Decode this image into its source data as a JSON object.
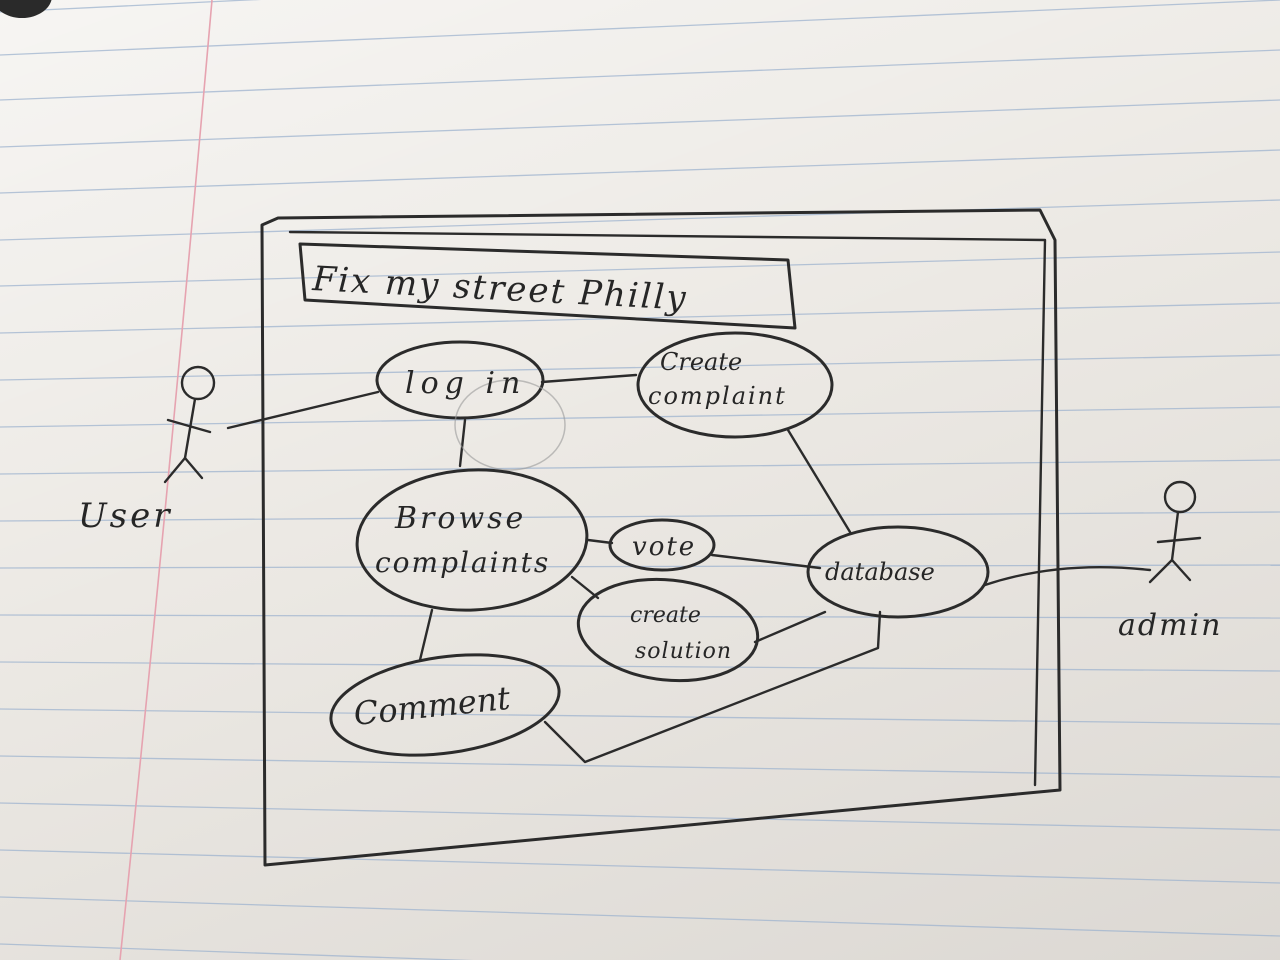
{
  "diagram": {
    "title": "Fix my street Philly",
    "actors": {
      "user": "User",
      "admin": "admin"
    },
    "use_cases": {
      "login": "log in",
      "create_complaint": [
        "Create",
        "complaint"
      ],
      "browse_complaints": [
        "Browse",
        "complaints"
      ],
      "vote": "vote",
      "database": "database",
      "create_solution": [
        "create",
        "solution"
      ],
      "comment": "Comment"
    }
  },
  "colors": {
    "paper": "#ece9e4",
    "rule_line": "#9fb4cf",
    "margin_line": "#e6a3b0",
    "ink": "#2b2b2b"
  }
}
